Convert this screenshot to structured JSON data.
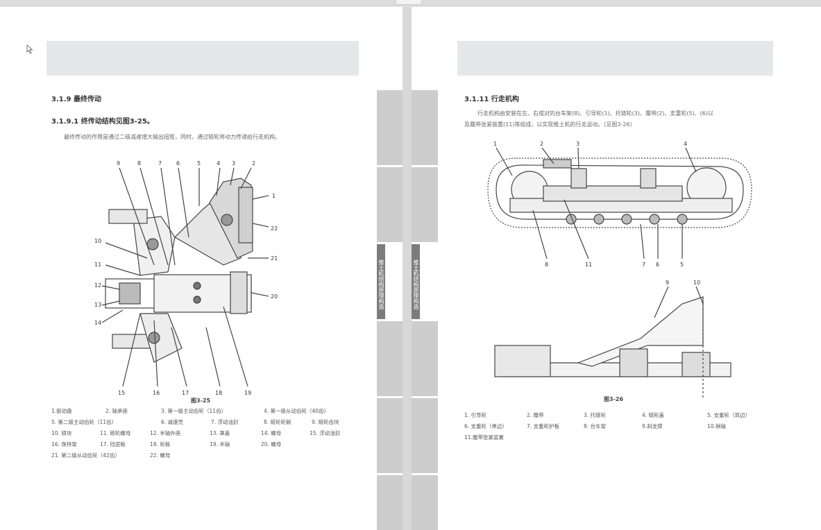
{
  "left_page": {
    "heading": "3.1.9 最终传动",
    "subheading": "3.1.9.1 终传动结构见图3-25。",
    "intro": "最终传动的作用是通过二级减速增大输出扭矩，同时，通过链轮将动力传递给行走机构。",
    "side_tab": "推土机结构原理构造",
    "figure_caption": "图3-25",
    "figure_callouts": [
      "1",
      "2",
      "3",
      "4",
      "5",
      "6",
      "7",
      "8",
      "9",
      "10",
      "11",
      "12",
      "13",
      "14",
      "15",
      "16",
      "17",
      "18",
      "19",
      "20",
      "21",
      "22"
    ],
    "legend_rows": [
      [
        "1.驱动盘",
        "2. 轴承座",
        "3. 第一级主动齿轮（11齿）",
        "4. 第一级从动齿轮（40齿）"
      ],
      [
        "5. 第二级主动齿轮（11齿）",
        "6. 减速壳",
        "7. 浮动油封",
        "8. 链轮轮毂",
        "9. 链轮齿块"
      ],
      [
        "10. 锁块",
        "11. 链轮螺母",
        "12. 半轴外座",
        "13. 罩盖",
        "14. 螺母",
        "15. 浮动油封"
      ],
      [
        "16. 保持架",
        "17. 挡泥板",
        "18. 轮毂",
        "19. 半轴",
        "20. 螺母"
      ],
      [
        "21. 第二级从动齿轮（42齿）",
        "22. 螺母"
      ]
    ]
  },
  "right_page": {
    "heading": "3.1.11 行走机构",
    "intro_line1": "行走机构由安装在左、右成对的台车架(8)、引导轮(1)、托链轮(3)、履带(2)、支重轮(5)、(6)以",
    "intro_line2": "及履带张紧装置(11)等组成，以实现推土机的行走运动。（见图3-26）",
    "side_tab": "推土机结构原理构造",
    "figure_caption": "图3-26",
    "figure_callouts_top": [
      "1",
      "2",
      "3",
      "4",
      "5",
      "6",
      "7",
      "8",
      "11"
    ],
    "figure_callouts_bottom": [
      "9",
      "10"
    ],
    "legend_rows": [
      [
        "1. 引导轮",
        "2. 履带",
        "3. 托链轮",
        "4. 链轮盖",
        "5. 支重轮（双边）"
      ],
      [
        "6. 支重轮（单边）",
        "7. 支重轮护板",
        "8. 台车架",
        "9.斜支撑",
        "10.销轴"
      ],
      [
        "11.履带张紧装置"
      ]
    ]
  }
}
